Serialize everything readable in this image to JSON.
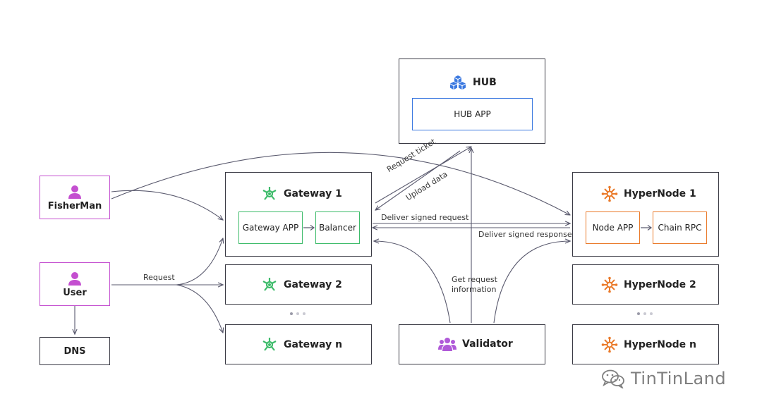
{
  "hub": {
    "title": "HUB",
    "app": "HUB APP"
  },
  "gateways": {
    "g1": {
      "title": "Gateway 1",
      "app": "Gateway APP",
      "balancer": "Balancer"
    },
    "g2": {
      "title": "Gateway 2"
    },
    "gn": {
      "title": "Gateway n"
    }
  },
  "hypernodes": {
    "h1": {
      "title": "HyperNode 1",
      "app": "Node APP",
      "rpc": "Chain RPC"
    },
    "h2": {
      "title": "HyperNode 2"
    },
    "hn": {
      "title": "HyperNode n"
    }
  },
  "actors": {
    "fisherman": "FisherMan",
    "user": "User",
    "dns": "DNS",
    "validator": "Validator"
  },
  "labels": {
    "request": "Request",
    "request_ticket": "Request ticket",
    "upload_data": "Upload data",
    "deliver_request": "Deliver signed request",
    "deliver_response": "Deliver signed response",
    "get_info_1": "Get request",
    "get_info_2": "information"
  },
  "watermark": "TinTinLand",
  "colors": {
    "gateway": "#3dbb6a",
    "hypernode": "#ea7a2a",
    "hub": "#3a78e0",
    "actor": "#c44fd0",
    "line": "#5a5a6e"
  }
}
